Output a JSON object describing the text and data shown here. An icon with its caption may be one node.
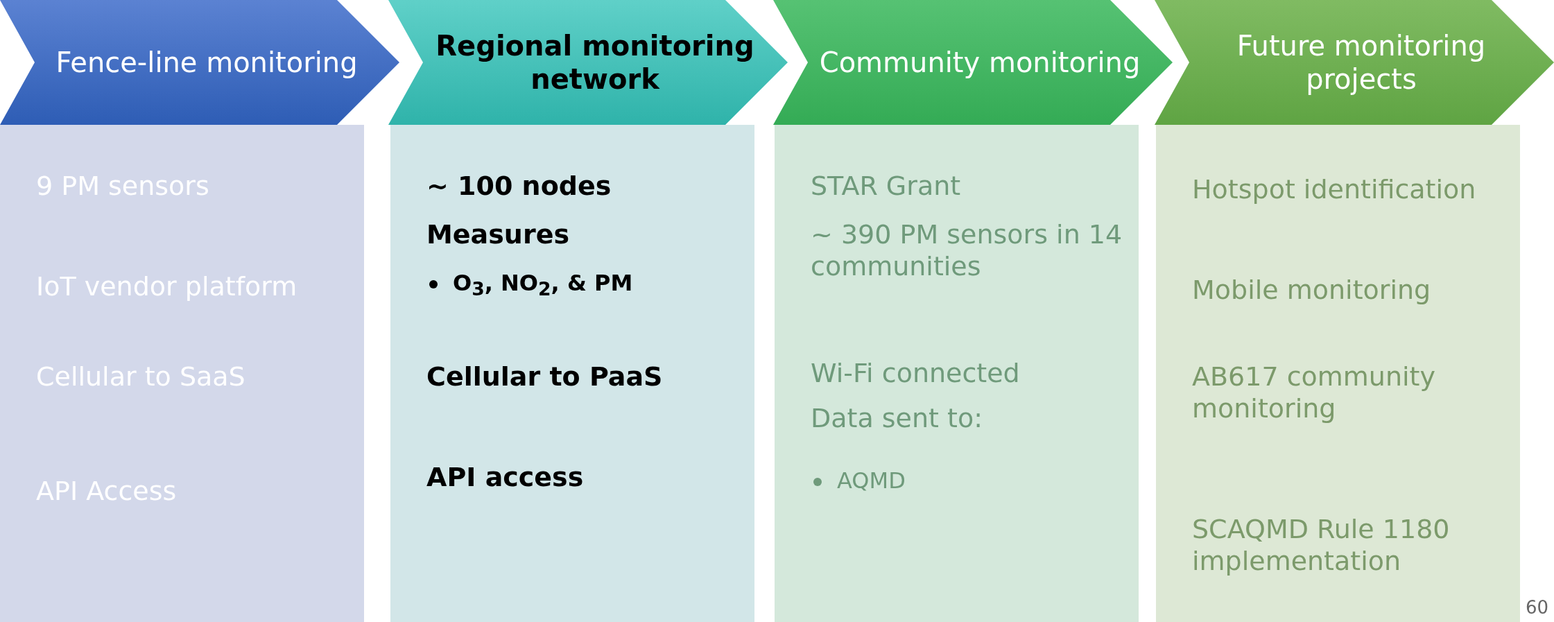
{
  "diagram": {
    "nodes": [
      {
        "text": [
          "Fence-line monitoring"
        ]
      },
      {
        "text": [
          "Regional monitoring network"
        ]
      },
      {
        "text": [
          "Community monitoring"
        ]
      },
      {
        "text": [
          "Future monitoring projects"
        ]
      },
      {
        "text": [
          "9 PM sensors",
          "IoT vendor platform",
          "Cellular to SaaS",
          "API Access"
        ]
      },
      {
        "text": [
          "~ 100 nodes",
          "Measures",
          "O$_{3}$, NO$_{2}$, & PM",
          "Cellular to PaaS",
          "API access"
        ]
      },
      {
        "text": [
          "STAR Grant",
          "~ 390 PM sensors in 14 communities",
          "Wi-Fi connected",
          "Data sent to:",
          "AQMD"
        ]
      },
      {
        "text": [
          "Hotspot identification",
          "Mobile monitoring",
          "AB617 community monitoring",
          "SCAQMD Rule 1180 implementation"
        ]
      }
    ],
    "labels": [
      "60"
    ]
  }
}
